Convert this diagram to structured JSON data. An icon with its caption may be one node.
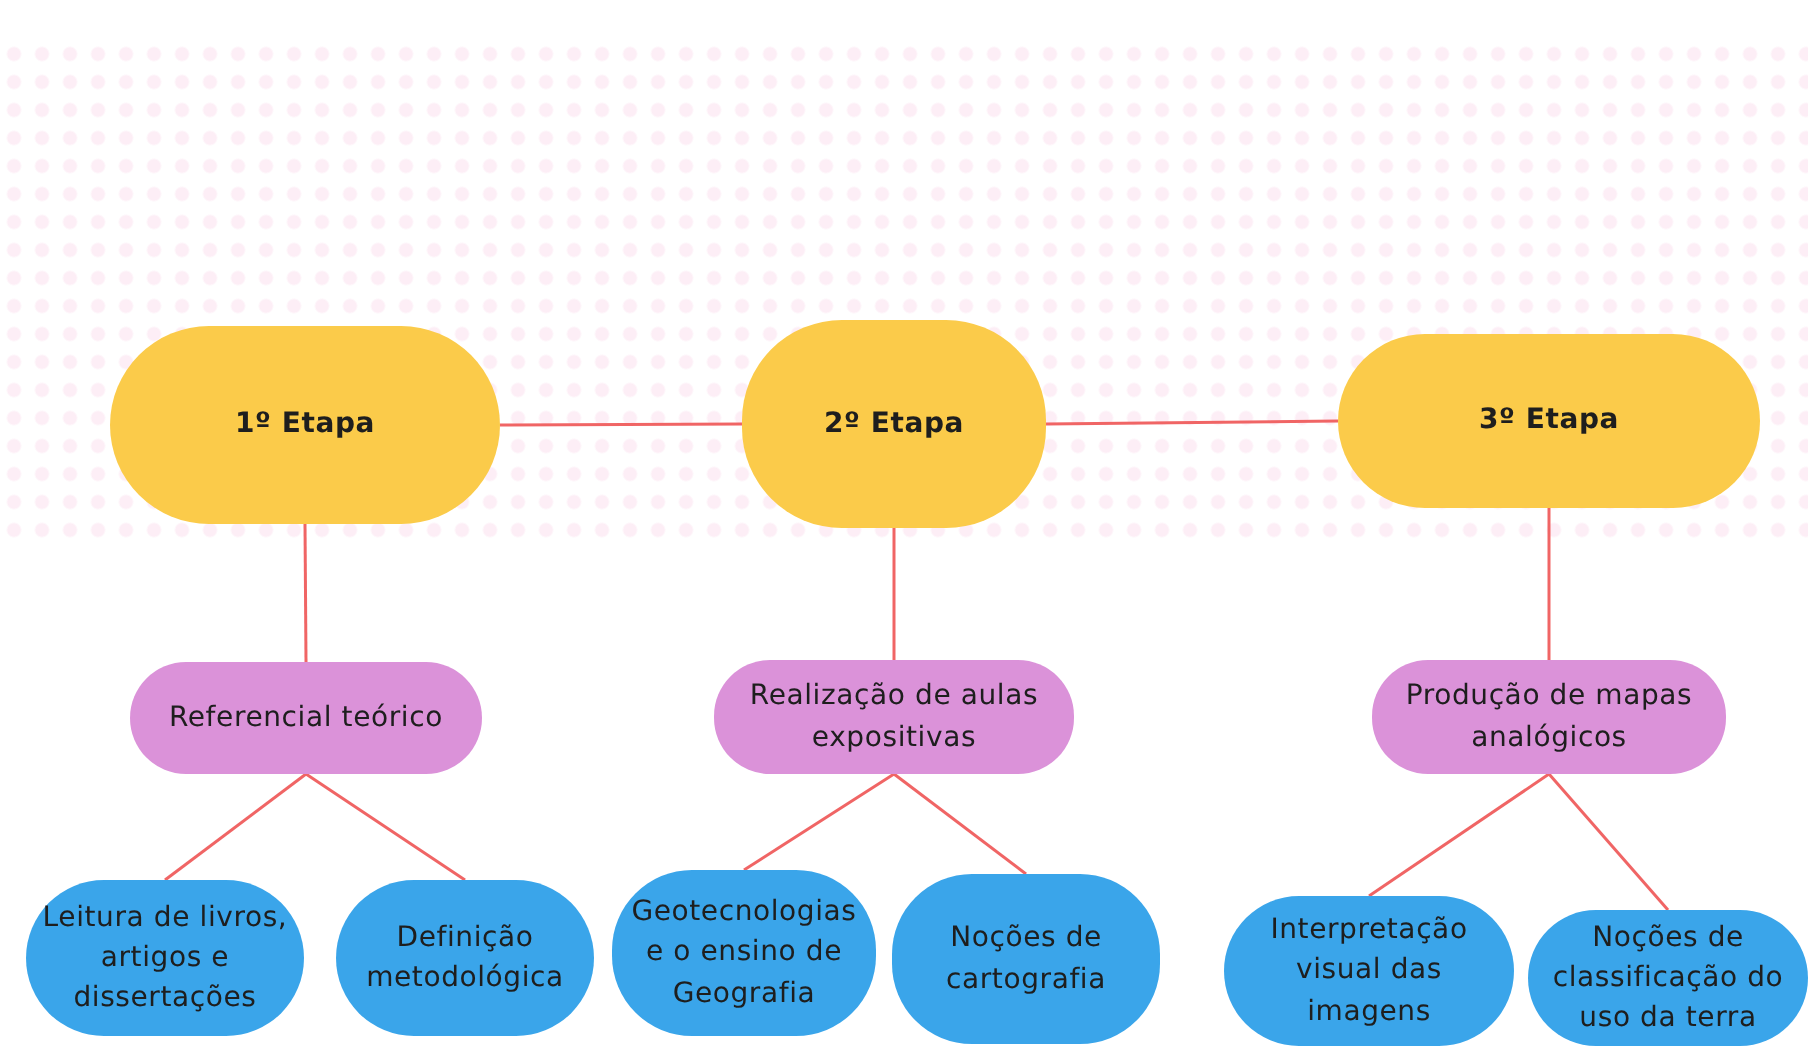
{
  "diagram": {
    "nodes": [
      {
        "text": [
          "1º Etapa"
        ]
      },
      {
        "text": [
          "2º Etapa"
        ]
      },
      {
        "text": [
          "3º Etapa"
        ]
      },
      {
        "text": [
          "Referencial teórico"
        ]
      },
      {
        "text": [
          "Realização de aulas expositivas"
        ]
      },
      {
        "text": [
          "Produção de mapas analógicos"
        ]
      },
      {
        "text": [
          "Leitura de livros, artigos e dissertações"
        ]
      },
      {
        "text": [
          "Definição metodológica"
        ]
      },
      {
        "text": [
          "Geotecnologias e o ensino de Geografia"
        ]
      },
      {
        "text": [
          "Noções de cartografia"
        ]
      },
      {
        "text": [
          "Interpretação visual das imagens"
        ]
      },
      {
        "text": [
          "Noções  de classificação do uso da terra"
        ]
      }
    ],
    "edges": [
      {
        "from": 0,
        "to": 1,
        "arrow": "none"
      },
      {
        "from": 1,
        "to": 2,
        "arrow": "none"
      },
      {
        "from": 0,
        "to": 3,
        "arrow": "none"
      },
      {
        "from": 1,
        "to": 4,
        "arrow": "none"
      },
      {
        "from": 2,
        "to": 5,
        "arrow": "none"
      },
      {
        "from": 3,
        "to": 6,
        "arrow": "none"
      },
      {
        "from": 3,
        "to": 7,
        "arrow": "none"
      },
      {
        "from": 4,
        "to": 8,
        "arrow": "none"
      },
      {
        "from": 4,
        "to": 9,
        "arrow": "none"
      },
      {
        "from": 5,
        "to": 10,
        "arrow": "none"
      },
      {
        "from": 5,
        "to": 11,
        "arrow": "none"
      }
    ]
  }
}
